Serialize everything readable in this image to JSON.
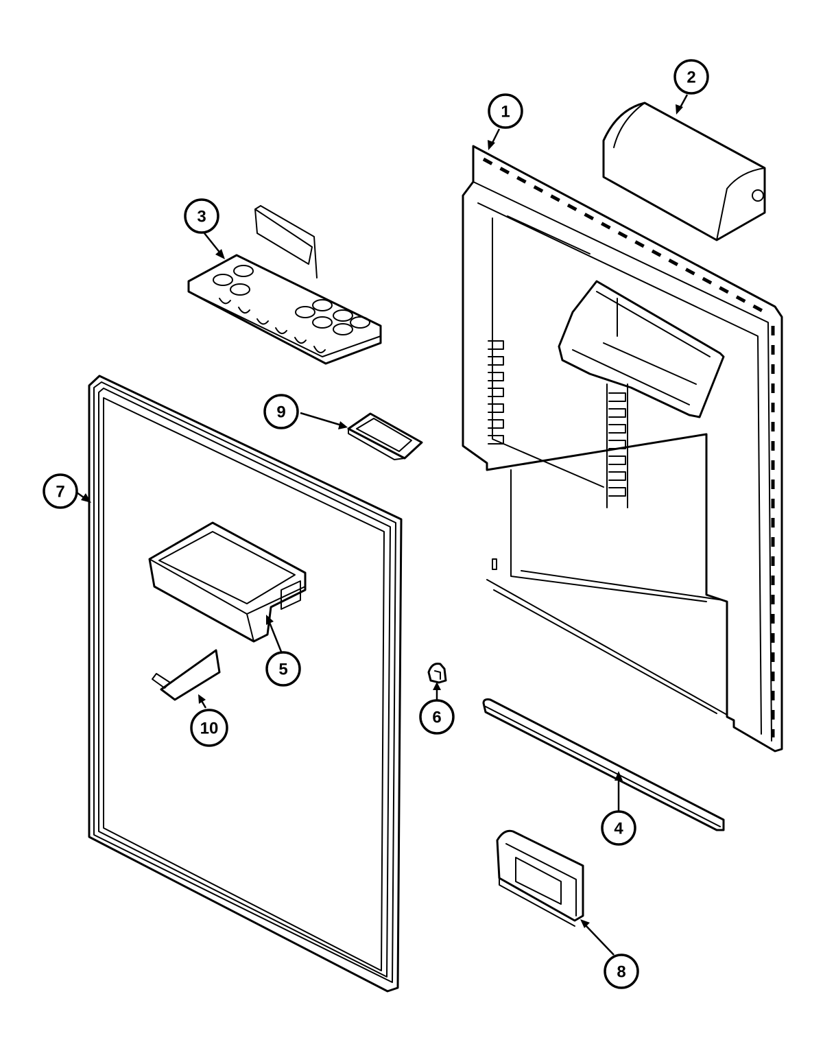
{
  "callouts": [
    {
      "id": "1",
      "label": "1"
    },
    {
      "id": "2",
      "label": "2"
    },
    {
      "id": "3",
      "label": "3"
    },
    {
      "id": "4",
      "label": "4"
    },
    {
      "id": "5",
      "label": "5"
    },
    {
      "id": "6",
      "label": "6"
    },
    {
      "id": "7",
      "label": "7"
    },
    {
      "id": "8",
      "label": "8"
    },
    {
      "id": "9",
      "label": "9"
    },
    {
      "id": "10",
      "label": "10"
    }
  ],
  "parts": [
    {
      "callout": "1",
      "icon": "door-liner-icon"
    },
    {
      "callout": "2",
      "icon": "dairy-door-bin-icon"
    },
    {
      "callout": "3",
      "icon": "egg-tray-icon"
    },
    {
      "callout": "4",
      "icon": "door-shelf-bar-icon"
    },
    {
      "callout": "5",
      "icon": "door-bin-icon"
    },
    {
      "callout": "6",
      "icon": "retainer-clip-icon"
    },
    {
      "callout": "7",
      "icon": "door-gasket-icon"
    },
    {
      "callout": "8",
      "icon": "bin-end-cap-icon"
    },
    {
      "callout": "9",
      "icon": "small-tray-icon"
    },
    {
      "callout": "10",
      "icon": "bin-support-bracket-icon"
    }
  ]
}
